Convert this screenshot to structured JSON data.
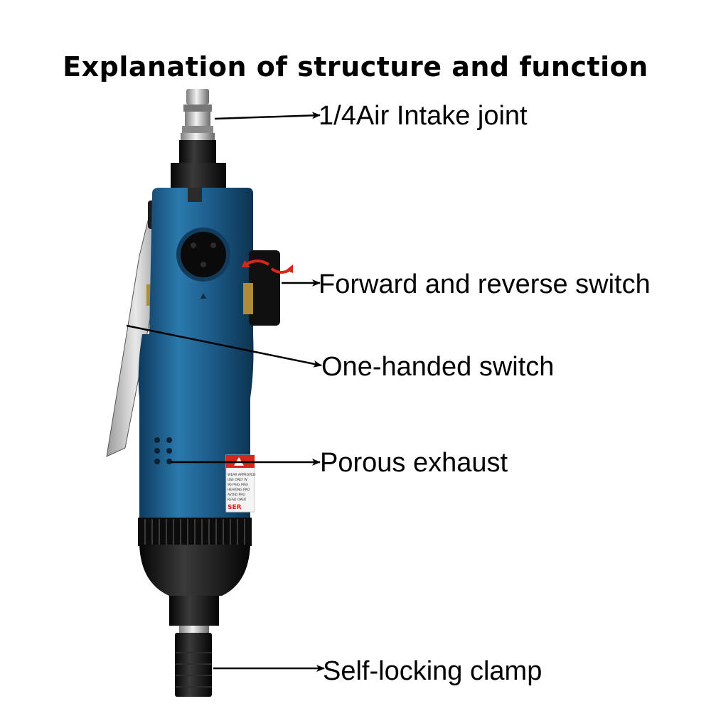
{
  "title": "Explanation of structure and function",
  "callouts": {
    "intake": "1/4Air Intake joint",
    "direction_switch": "Forward and reverse switch",
    "one_handed_switch": "One-handed switch",
    "exhaust": "Porous exhaust",
    "clamp": "Self-locking clamp"
  },
  "warning_label": {
    "lines": [
      "WEAR APPROVED",
      "USE ONLY W",
      "90 PSIG MAX",
      "HEARING PRO",
      "AVOID PRO",
      "READ OPER"
    ],
    "footer": "SER"
  },
  "colors": {
    "body_blue": "#1e5f8e",
    "body_dark": "#0e3a5c",
    "nose_black": "#111111",
    "arrow": "#000000",
    "accent_red": "#d7261b"
  }
}
